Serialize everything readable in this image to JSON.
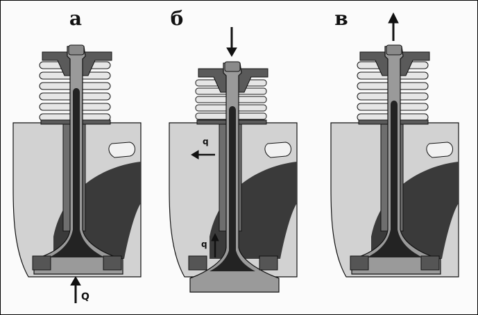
{
  "panels": [
    {
      "id": "a",
      "label": "а",
      "state": "closed",
      "force_labels": {
        "valve_force": "Q"
      }
    },
    {
      "id": "b",
      "label": "б",
      "state": "opening",
      "force_labels": {
        "heat_side": "q",
        "heat_up": "q"
      }
    },
    {
      "id": "v",
      "label": "в",
      "state": "closing",
      "force_labels": {}
    }
  ],
  "colors": {
    "head_fill": "#d2d2d2",
    "port_dark": "#3a3a3a",
    "valve_fill": "#9a9a9a",
    "valve_core": "#232323",
    "spring_fill": "#e6e6e6",
    "retainer_fill": "#5a5a5a",
    "seat_fill": "#555555",
    "outline": "#111111"
  }
}
